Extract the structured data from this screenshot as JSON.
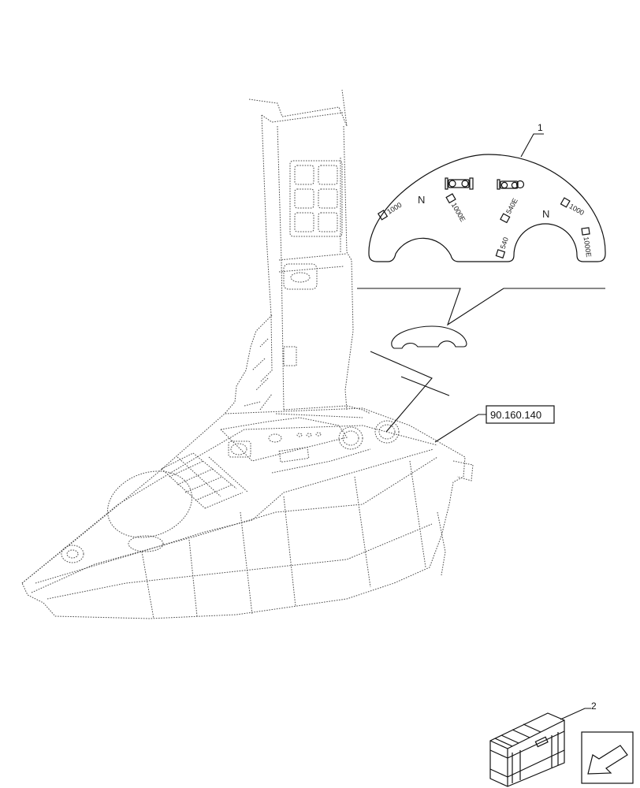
{
  "callouts": {
    "item_1": "1",
    "item_2": "2"
  },
  "reference": {
    "code": "90.160.140"
  },
  "decal": {
    "left": {
      "n": "N",
      "s1000": "1000",
      "s1000e": "1000E"
    },
    "right": {
      "n": "N",
      "s540": "540",
      "s540e": "540E",
      "s1000": "1000",
      "s1000e": "1000E"
    }
  },
  "icons": {
    "kit_box": "kit-box-icon",
    "nav_arrow": "previous-page-arrow-icon",
    "tractor_front": "tractor-front-axle-icon",
    "tractor_rear": "tractor-rear-axle-icon"
  },
  "colors": {
    "line": "#111111",
    "hidden_line": "#4a4a4a",
    "background": "#ffffff"
  }
}
